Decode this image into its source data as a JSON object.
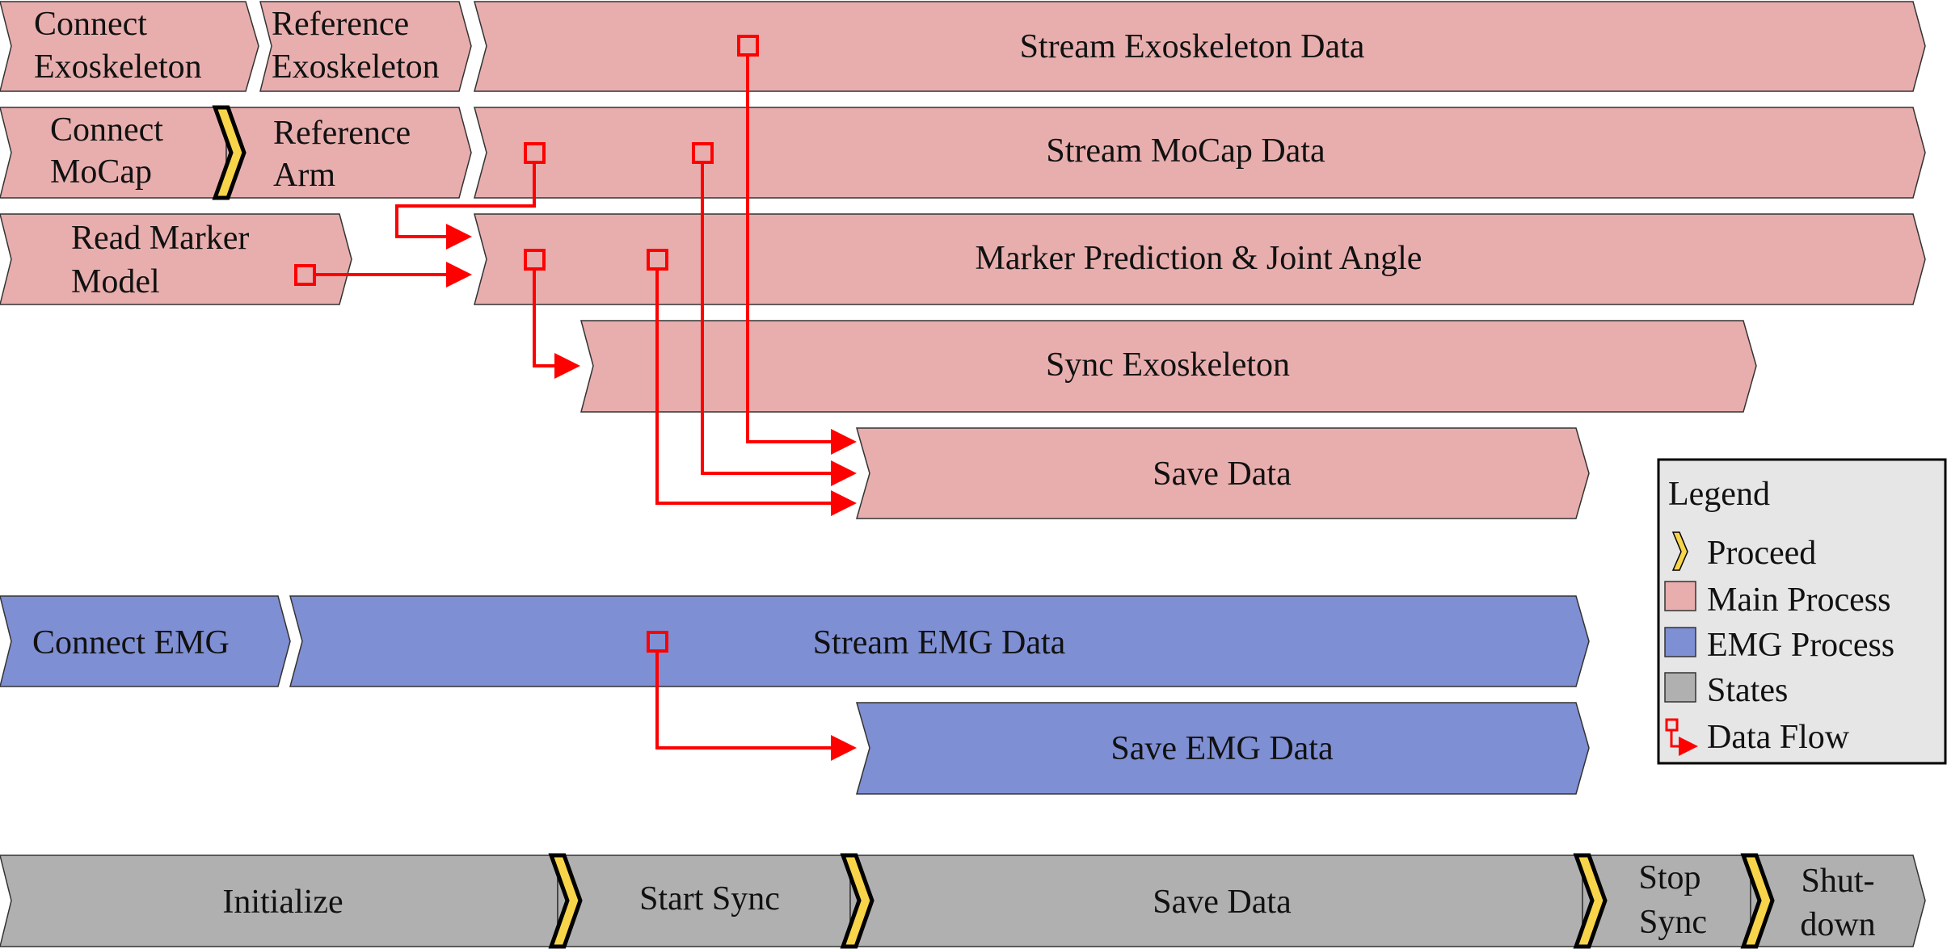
{
  "colors": {
    "main_process": "#e8aeae",
    "emg_process": "#7f8fd3",
    "states": "#b0b0b0",
    "proceed": "#f7d44a",
    "data_flow": "#ff0000",
    "legend_bg": "#e6e6e6",
    "outline": "#333333"
  },
  "main_process": {
    "connect_exoskeleton": [
      "Connect",
      "Exoskeleton"
    ],
    "reference_exoskeleton": [
      "Reference",
      "Exoskeleton"
    ],
    "stream_exoskeleton_data": "Stream Exoskeleton Data",
    "connect_mocap": [
      "Connect",
      "MoCap"
    ],
    "reference_arm": [
      "Reference",
      "Arm"
    ],
    "stream_mocap_data": "Stream MoCap Data",
    "read_marker_model": [
      "Read Marker",
      "Model"
    ],
    "marker_prediction_joint_angle": "Marker Prediction & Joint Angle",
    "sync_exoskeleton": "Sync Exoskeleton",
    "save_data": "Save Data"
  },
  "emg_process": {
    "connect_emg": "Connect EMG",
    "stream_emg_data": "Stream EMG Data",
    "save_emg_data": "Save EMG Data"
  },
  "states": {
    "initialize": "Initialize",
    "start_sync": "Start Sync",
    "save_data": "Save Data",
    "stop_sync": [
      "Stop",
      "Sync"
    ],
    "shutdown": [
      "Shut-",
      "down"
    ]
  },
  "legend": {
    "title": "Legend",
    "items": [
      {
        "key": "proceed",
        "label": "Proceed",
        "icon": "proceed-chevron-icon"
      },
      {
        "key": "main",
        "label": "Main Process",
        "icon": "main-process-swatch"
      },
      {
        "key": "emg",
        "label": "EMG Process",
        "icon": "emg-process-swatch"
      },
      {
        "key": "states",
        "label": "States",
        "icon": "states-swatch"
      },
      {
        "key": "flow",
        "label": "Data Flow",
        "icon": "data-flow-icon"
      }
    ]
  }
}
